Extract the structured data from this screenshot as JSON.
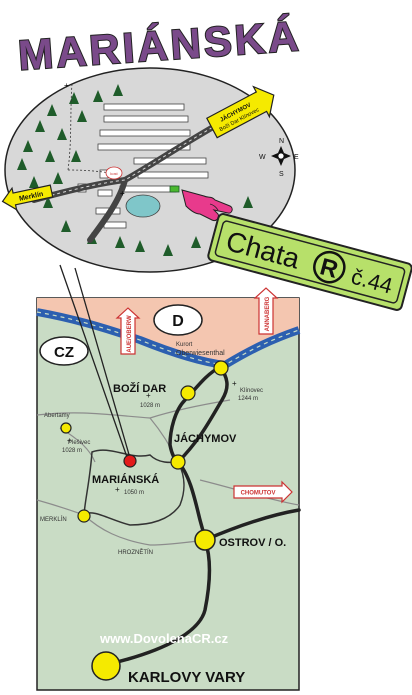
{
  "title": "MARIÁNSKÁ",
  "sign": {
    "name": "Chata",
    "registered_mark": "R",
    "number": "č.44"
  },
  "inset_labels": {
    "jachymov_sign_line1": "JÁCHYMOV",
    "jachymov_sign_line2": "Boží Dar Klínovec",
    "merklin_sign": "Merklín",
    "compass_n": "N",
    "compass_s": "S",
    "compass_w": "W",
    "compass_e": "E",
    "church": "kost"
  },
  "map": {
    "country_de": "D",
    "country_cz": "CZ",
    "road_signs": {
      "annaberg": "ANNABERG",
      "aue": "AUE/OBERW",
      "chomutov": "CHOMUTOV"
    },
    "places": {
      "kurort_line1": "Kurort",
      "kurort_line2": "Oberwiesenthal",
      "bozi_dar": "BOŽÍ DAR",
      "bozi_dar_alt": "1028 m",
      "klinovec_name": "Klínovec",
      "klinovec_alt": "1244 m",
      "abertamy": "Abertamy",
      "plesivec_name": "Plešivec",
      "plesivec_alt": "1028 m",
      "jachymov": "JÁCHYMOV",
      "marianska": "MARIÁNSKÁ",
      "marianska_alt": "1050 m",
      "merklin": "MERKLÍN",
      "hroznetin": "HROZNĚTÍN",
      "ostrov": "OSTROV / O.",
      "karlovy_vary": "KARLOVY VARY"
    },
    "website": "www.DovolenaCR.cz"
  },
  "colors": {
    "title_purple": "#7a4a8a",
    "oval_gray": "#d8d8d8",
    "map_green": "#c9dcc5",
    "river_blue": "#2c5fb0",
    "germany_pink": "#f4c6b0",
    "sign_green": "#b7e06a",
    "town_yellow": "#f5ea00",
    "target_red": "#e31b1b"
  }
}
